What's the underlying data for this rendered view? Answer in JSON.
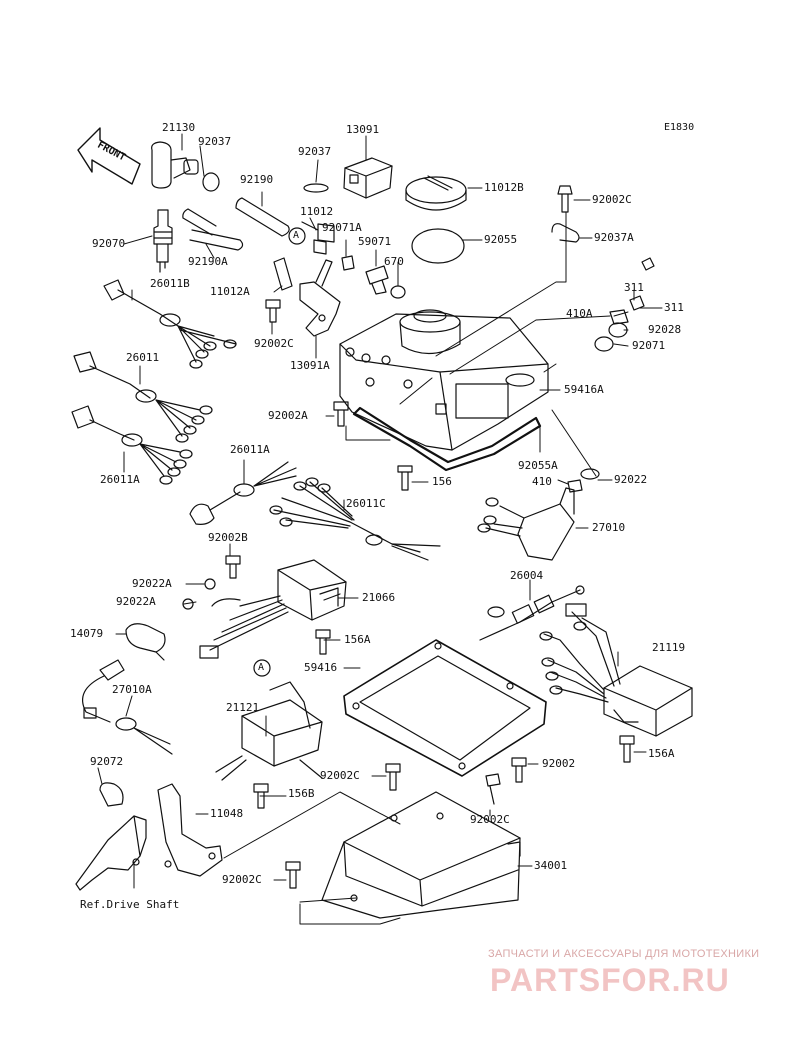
{
  "diagram_code": "E1830",
  "front_arrow": "FRONT",
  "ref_note": "Ref.Drive Shaft",
  "callout_marker": "A",
  "watermark": {
    "caption": "ЗАПЧАСТИ И АКСЕССУАРЫ ДЛЯ МОТОТЕХНИКИ",
    "logo": "PARTSFOR.RU"
  },
  "part_labels": [
    {
      "text": "21130"
    },
    {
      "text": "92037"
    },
    {
      "text": "13091"
    },
    {
      "text": "92037"
    },
    {
      "text": "92190"
    },
    {
      "text": "11012B"
    },
    {
      "text": "92002C"
    },
    {
      "text": "11012"
    },
    {
      "text": "92071A"
    },
    {
      "text": "59071"
    },
    {
      "text": "92055"
    },
    {
      "text": "92037A"
    },
    {
      "text": "92070"
    },
    {
      "text": "92190A"
    },
    {
      "text": "670"
    },
    {
      "text": "26011B"
    },
    {
      "text": "11012A"
    },
    {
      "text": "311"
    },
    {
      "text": "311"
    },
    {
      "text": "410A"
    },
    {
      "text": "92028"
    },
    {
      "text": "92002C"
    },
    {
      "text": "92071"
    },
    {
      "text": "13091A"
    },
    {
      "text": "26011"
    },
    {
      "text": "59416A"
    },
    {
      "text": "92002A"
    },
    {
      "text": "26011A"
    },
    {
      "text": "92055A"
    },
    {
      "text": "26011A"
    },
    {
      "text": "410"
    },
    {
      "text": "92022"
    },
    {
      "text": "156"
    },
    {
      "text": "26011C"
    },
    {
      "text": "27010"
    },
    {
      "text": "92002B"
    },
    {
      "text": "26004"
    },
    {
      "text": "92022A"
    },
    {
      "text": "21066"
    },
    {
      "text": "92022A"
    },
    {
      "text": "14079"
    },
    {
      "text": "156A"
    },
    {
      "text": "21119"
    },
    {
      "text": "59416"
    },
    {
      "text": "27010A"
    },
    {
      "text": "21121"
    },
    {
      "text": "156A"
    },
    {
      "text": "92072"
    },
    {
      "text": "92002C"
    },
    {
      "text": "92002"
    },
    {
      "text": "156B"
    },
    {
      "text": "11048"
    },
    {
      "text": "92002C"
    },
    {
      "text": "34001"
    },
    {
      "text": "92002C"
    }
  ]
}
